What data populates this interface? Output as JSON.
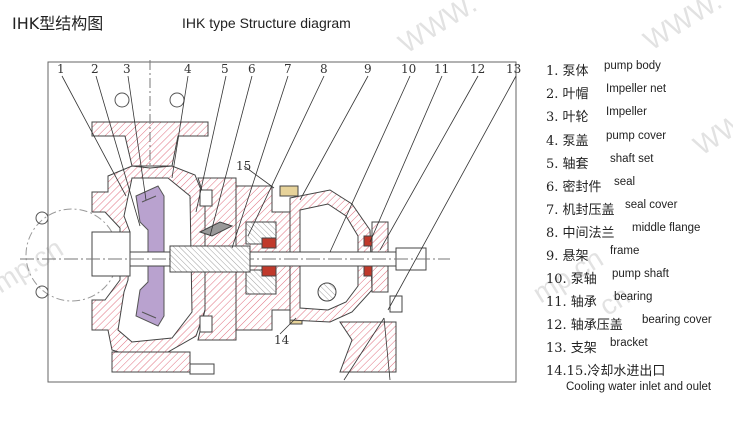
{
  "header": {
    "title": "IHK型结构图",
    "subtitle": "IHK type Structure diagram"
  },
  "watermarks": [
    "WWW.",
    "mp.cn",
    "cnwp.cn",
    "WWW.",
    "cn",
    "WWW.",
    "mp.cn"
  ],
  "callouts": [
    "1",
    "2",
    "3",
    "4",
    "5",
    "6",
    "7",
    "8",
    "9",
    "10",
    "11",
    "12",
    "13",
    "14",
    "15"
  ],
  "legend": {
    "items": [
      {
        "cn": "1. 泵体",
        "en": "pump body"
      },
      {
        "cn": "2. 叶帽",
        "en": "Impeller net"
      },
      {
        "cn": "3. 叶轮",
        "en": "Impeller"
      },
      {
        "cn": "4. 泵盖",
        "en": "pump cover"
      },
      {
        "cn": "5. 轴套",
        "en": "shaft set"
      },
      {
        "cn": "6. 密封件",
        "en": "seal"
      },
      {
        "cn": "7. 机封压盖",
        "en": "seal cover"
      },
      {
        "cn": "8. 中间法兰",
        "en": "middle flange"
      },
      {
        "cn": "9. 悬架",
        "en": "frame"
      },
      {
        "cn": "10. 泵轴",
        "en": "pump shaft"
      },
      {
        "cn": "11. 轴承",
        "en": "bearing"
      },
      {
        "cn": "12. 轴承压盖",
        "en": "bearing cover"
      },
      {
        "cn": "13. 支架",
        "en": "bracket"
      },
      {
        "cn": "14.15.冷却水进出口",
        "en": "Cooling water inlet and oulet"
      }
    ]
  },
  "colors": {
    "hatch": "#e07080",
    "outline": "#444444",
    "impeller": "#b9a2cf",
    "watermark": "#969696"
  }
}
